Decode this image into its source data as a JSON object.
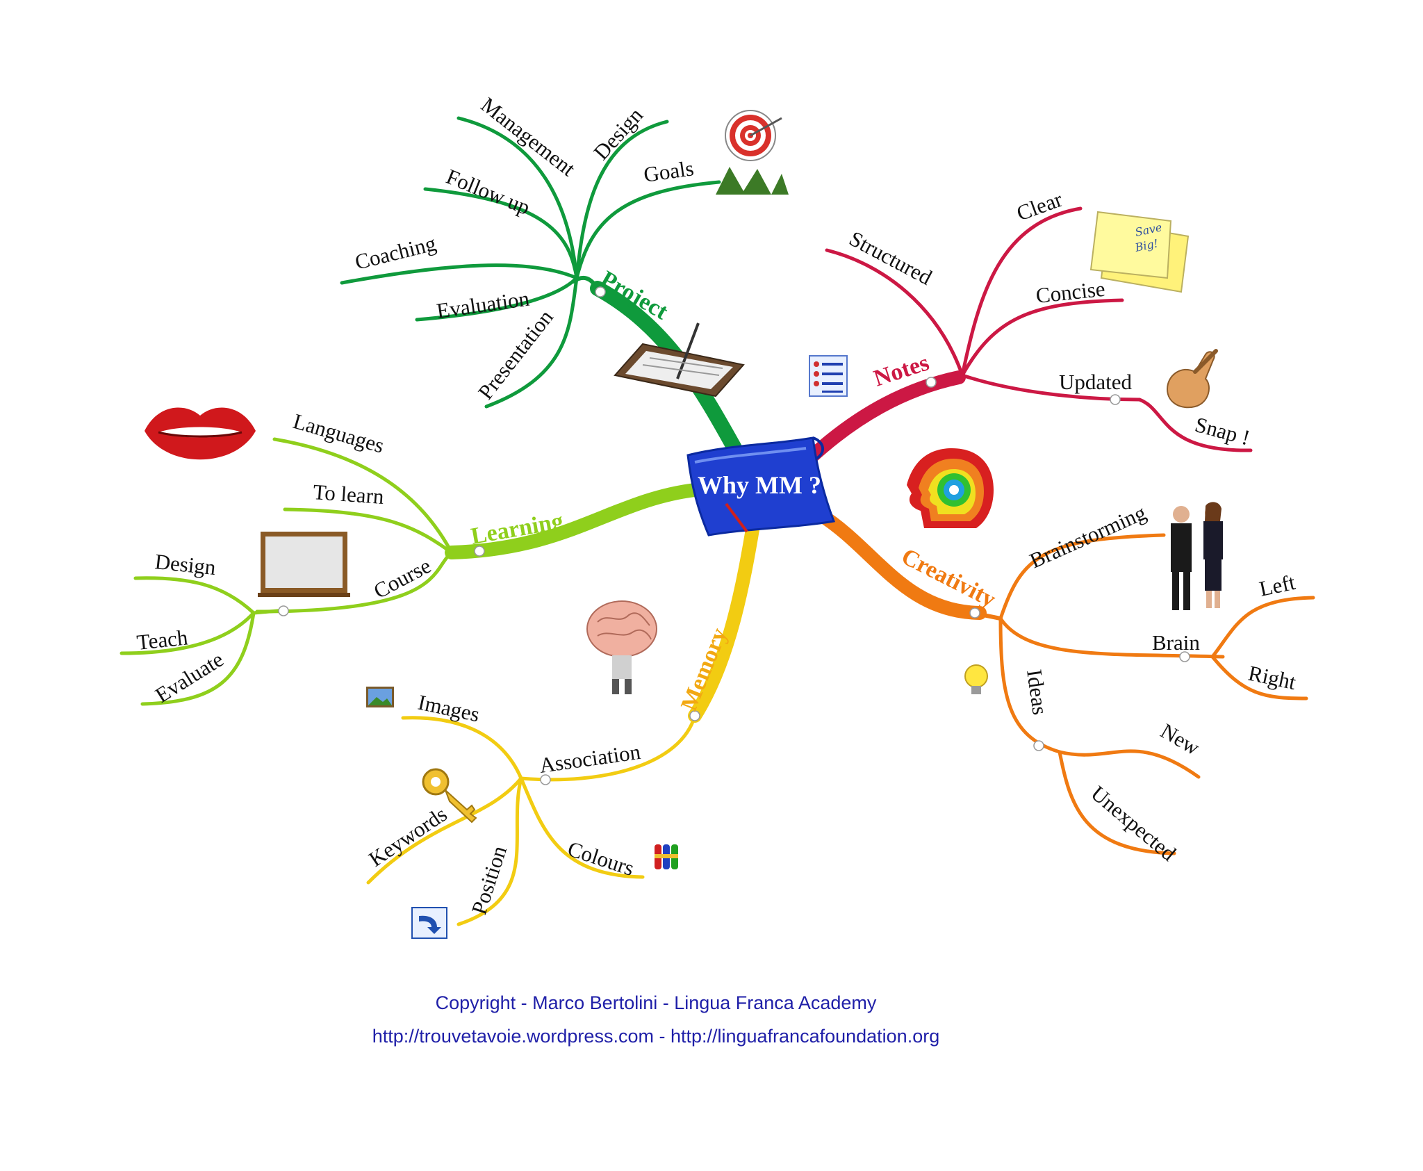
{
  "center": {
    "title": "Why MM ?"
  },
  "colors": {
    "project": "#0f9a3c",
    "notes": "#cc1844",
    "learning": "#8fcf1c",
    "creativity": "#f07a12",
    "memory": "#f2cc12",
    "center_blue": "#1f3fd0"
  },
  "branches": {
    "project": {
      "label": "Project",
      "items": {
        "management": "Management",
        "design": "Design",
        "goals": "Goals",
        "follow_up": "Follow up",
        "coaching": "Coaching",
        "evaluation": "Evaluation",
        "presentation": "Presentation"
      }
    },
    "notes": {
      "label": "Notes",
      "items": {
        "structured": "Structured",
        "clear": "Clear",
        "concise": "Concise",
        "updated": "Updated",
        "snap": "Snap !"
      }
    },
    "learning": {
      "label": "Learning",
      "items": {
        "languages": "Languages",
        "to_learn": "To learn",
        "course": "Course",
        "design": "Design",
        "teach": "Teach",
        "evaluate": "Evaluate"
      }
    },
    "creativity": {
      "label": "Creativity",
      "items": {
        "brainstorming": "Brainstorming",
        "brain": "Brain",
        "left": "Left",
        "right": "Right",
        "ideas": "Ideas",
        "new": "New",
        "unexpected": "Unexpected"
      }
    },
    "memory": {
      "label": "Memory",
      "items": {
        "association": "Association",
        "images": "Images",
        "keywords": "Keywords",
        "position": "Position",
        "colours": "Colours"
      }
    }
  },
  "sticky_note": {
    "text_line1": "Save",
    "text_line2": "Big!"
  },
  "footer": {
    "copyright": "Copyright - Marco Bertolini - Lingua Franca Academy",
    "urls": "http://trouvetavoie.wordpress.com - http://linguafrancafoundation.org"
  }
}
